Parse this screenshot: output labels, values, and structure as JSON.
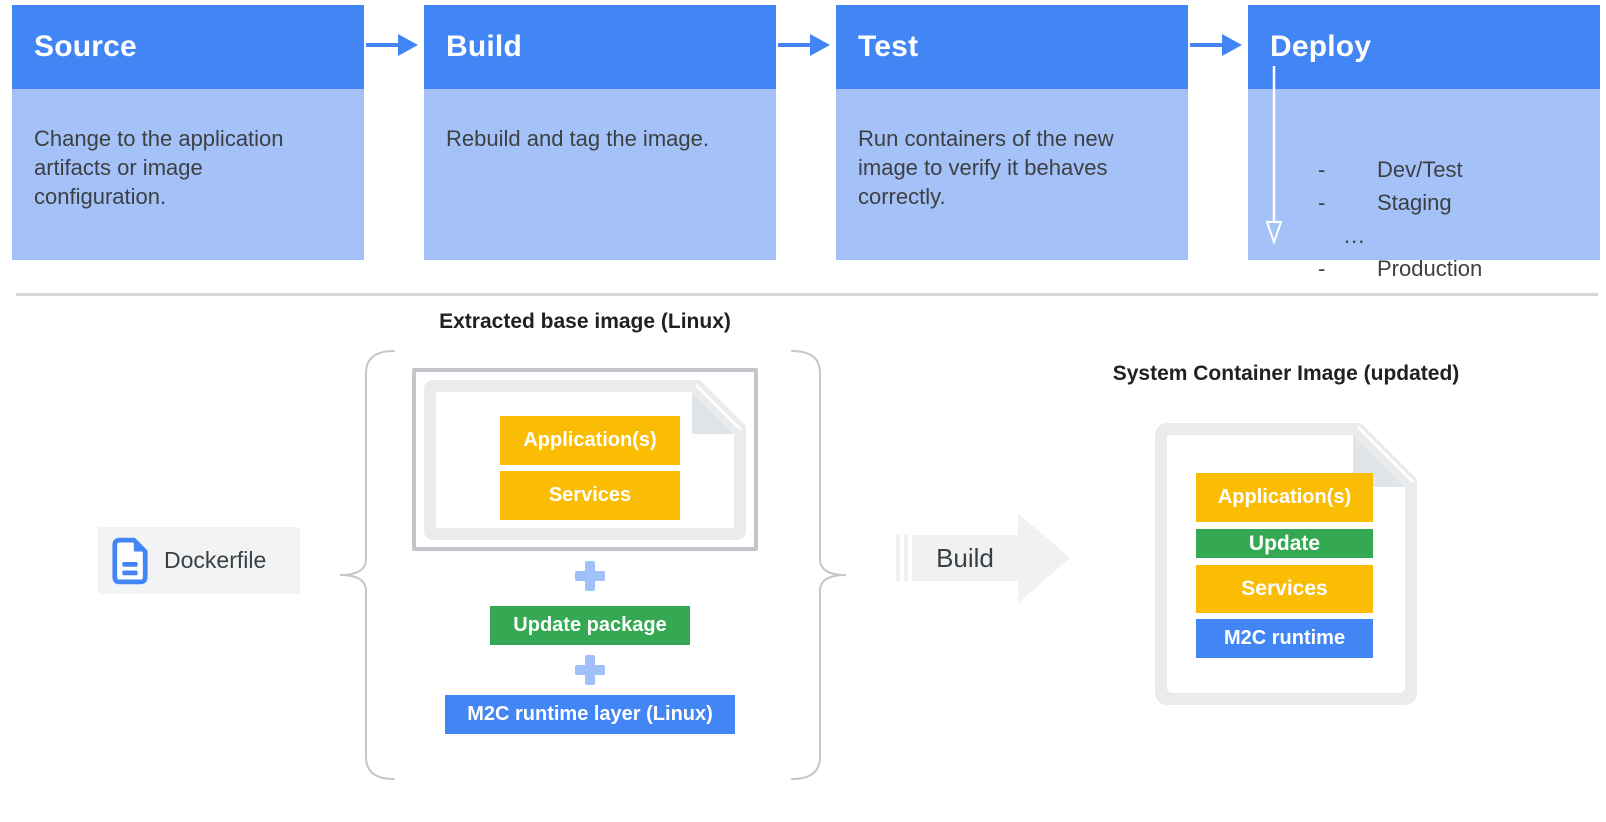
{
  "colors": {
    "stage_header_blue": "#4285F4",
    "stage_body_blue": "#A5C2F8",
    "connector_arrow_blue": "#4285F4",
    "layer_yellow": "#FBBC04",
    "layer_green": "#34A853",
    "layer_blue": "#4285F4",
    "plus_light_blue": "#9FC0F8",
    "document_frame_gray": "#E9EBED",
    "document_fold_gray": "#E2E5E8",
    "outer_box_border_gray": "#C2C6CA",
    "dockerfile_chip_gray": "#F1F3F4",
    "build_arrow_gray": "#F0F1F2",
    "brace_gray": "#C4C7CB",
    "divider_gray": "#D5D8DC",
    "body_text_dark": "#3C4043",
    "title_text_dark": "#202124"
  },
  "icons": {
    "stage_connector": "arrow-right-icon",
    "deploy_flow": "arrow-down-icon",
    "dockerfile": "document-icon",
    "layer_addition": "plus-icon",
    "build_step": "build-arrow-icon",
    "grouping": "curly-brace"
  },
  "pipeline": {
    "stages": [
      {
        "title": "Source",
        "description": "Change to the application artifacts or image configuration."
      },
      {
        "title": "Build",
        "description": "Rebuild and tag the image."
      },
      {
        "title": "Test",
        "description": "Run containers of the new image to verify it behaves correctly."
      },
      {
        "title": "Deploy",
        "environments": [
          {
            "marker": "-",
            "label": "Dev/Test"
          },
          {
            "marker": "-",
            "label": "Staging"
          },
          {
            "marker": "",
            "label": "..."
          },
          {
            "marker": "-",
            "label": "Production"
          }
        ]
      }
    ]
  },
  "build_flow": {
    "dockerfile": {
      "label": "Dockerfile"
    },
    "extracted_base_image": {
      "title": "Extracted base image (Linux)",
      "document_layers": [
        "Application(s)",
        "Services"
      ],
      "plus_symbol": "+",
      "additions": [
        {
          "label": "Update package",
          "color": "#34A853"
        },
        {
          "label": "M2C runtime layer (Linux)",
          "color": "#4285F4"
        }
      ]
    },
    "build_arrow_label": "Build",
    "system_container_image": {
      "title": "System Container Image (updated)",
      "layers": [
        {
          "label": "Application(s)",
          "color": "#FBBC04"
        },
        {
          "label": "Update",
          "color": "#34A853"
        },
        {
          "label": "Services",
          "color": "#FBBC04"
        },
        {
          "label": "M2C runtime",
          "color": "#4285F4"
        }
      ]
    }
  }
}
